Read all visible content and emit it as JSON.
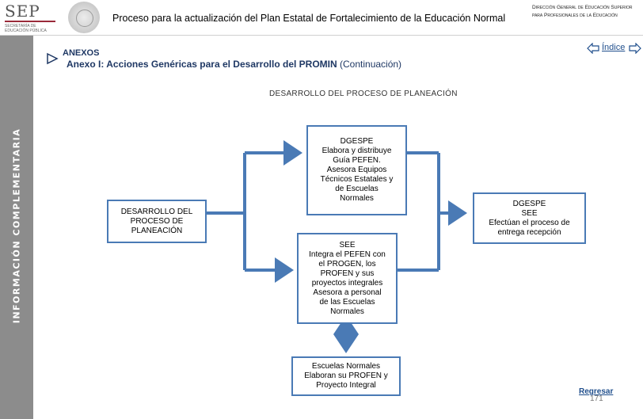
{
  "header": {
    "logo": {
      "name": "SEP",
      "line1": "SECRETARÍA DE",
      "line2": "EDUCACIÓN PÚBLICA"
    },
    "title": "Proceso para la actualización del Plan Estatal de Fortalecimiento de la Educación Normal",
    "agency": "Dirección General de Educación Superior para Profesionales de la Educación"
  },
  "sidebar": {
    "label": "INFORMACIÓN COMPLEMENTARIA"
  },
  "content": {
    "section": "ANEXOS",
    "subtitle": "Anexo I: Acciones Genéricas para el Desarrollo del PROMIN",
    "subtitle_note": "(Continuación)",
    "index_link": "Índice"
  },
  "diagram": {
    "title": "DESARROLLO DEL PROCESO DE PLANEACIÓN",
    "nodes": {
      "start": "DESARROLLO DEL\nPROCESO DE\nPLANEACIÓN",
      "dgespe": "DGESPE\nElabora y distribuye\nGuía PEFEN.\nAsesora Equipos\nTécnicos Estatales y\nde Escuelas\nNormales",
      "see": "SEE\nIntegra el PEFEN con\nel PROGEN, los\nPROFEN y sus\nproyectos integrales\nAsesora a personal\nde las Escuelas\nNormales",
      "escuelas": "Escuelas Normales\nElaboran su PROFEN y\nProyecto Integral",
      "final": "DGESPE\nSEE\nEfectúan el proceso de\nentrega recepción"
    },
    "colors": {
      "stroke": "#4a7ab5",
      "sidebar": "#8c8c8c",
      "link": "#1f4e8c"
    }
  },
  "footer": {
    "back_link": "Regresar",
    "page": "171"
  }
}
